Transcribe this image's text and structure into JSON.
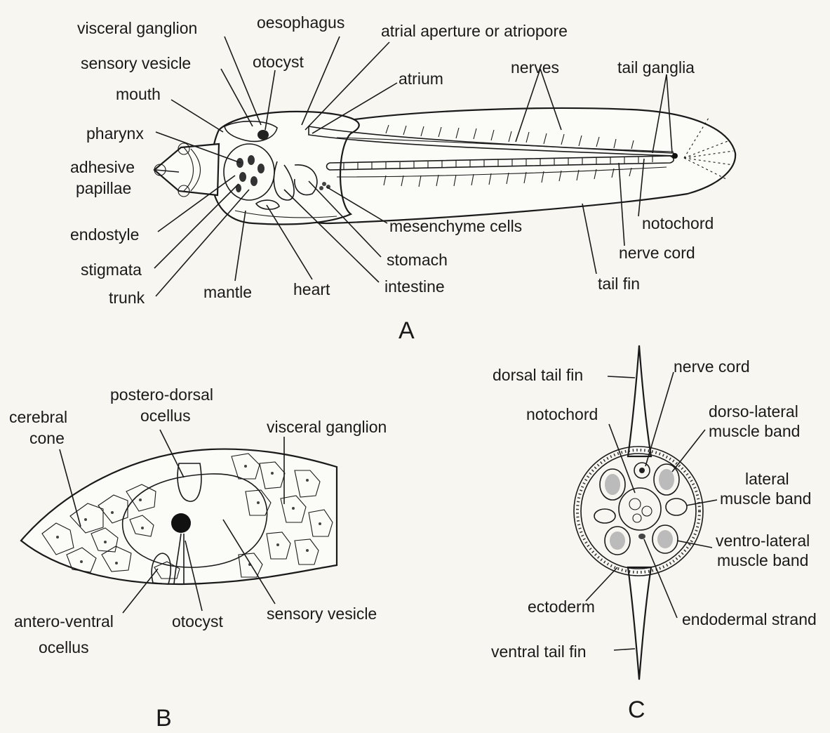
{
  "panel_a": {
    "letter": "A",
    "labels": {
      "visceral_ganglion": "visceral ganglion",
      "oesophagus": "oesophagus",
      "atrial_aperture": "atrial aperture or atriopore",
      "sensory_vesicle": "sensory vesicle",
      "otocyst": "otocyst",
      "mouth": "mouth",
      "atrium": "atrium",
      "nerves": "nerves",
      "tail_ganglia": "tail ganglia",
      "pharynx": "pharynx",
      "adhesive_1": "adhesive",
      "adhesive_2": "papillae",
      "endostyle": "endostyle",
      "stigmata": "stigmata",
      "trunk": "trunk",
      "mantle": "mantle",
      "heart": "heart",
      "intestine": "intestine",
      "stomach": "stomach",
      "mesenchyme": "mesenchyme cells",
      "notochord": "notochord",
      "nerve_cord": "nerve cord",
      "tail_fin": "tail fin"
    }
  },
  "panel_b": {
    "letter": "B",
    "labels": {
      "cerebral_1": "cerebral",
      "cerebral_2": "cone",
      "pdo_1": "postero-dorsal",
      "pdo_2": "ocellus",
      "visceral_ganglion": "visceral ganglion",
      "avo_1": "antero-ventral",
      "avo_2": "ocellus",
      "otocyst": "otocyst",
      "sensory_vesicle": "sensory vesicle"
    }
  },
  "panel_c": {
    "letter": "C",
    "labels": {
      "dorsal_tail_fin": "dorsal tail fin",
      "nerve_cord": "nerve cord",
      "notochord": "notochord",
      "dlm_1": "dorso-lateral",
      "dlm_2": "muscle band",
      "lm_1": "lateral",
      "lm_2": "muscle band",
      "vlm_1": "ventro-lateral",
      "vlm_2": "muscle band",
      "ectoderm": "ectoderm",
      "endodermal": "endodermal strand",
      "ventral_tail_fin": "ventral tail fin"
    }
  }
}
